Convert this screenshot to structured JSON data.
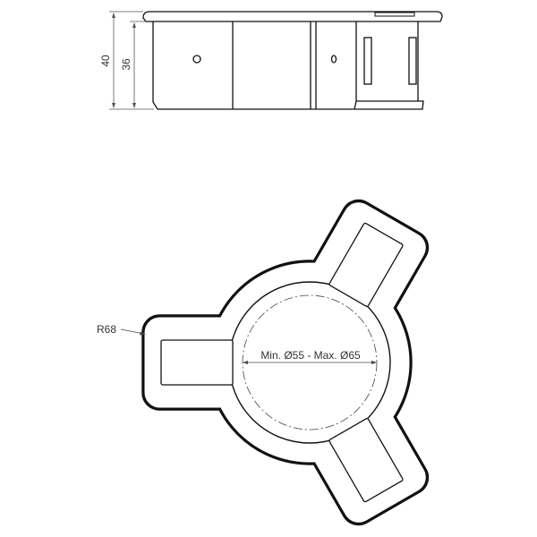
{
  "side_view": {
    "dim_overall_height": "40",
    "dim_body_height": "36"
  },
  "top_view": {
    "radius_label": "R68",
    "diameter_label": "Min. Ø55 - Max. Ø65"
  },
  "colors": {
    "line": "#111111",
    "dim": "#555555"
  }
}
